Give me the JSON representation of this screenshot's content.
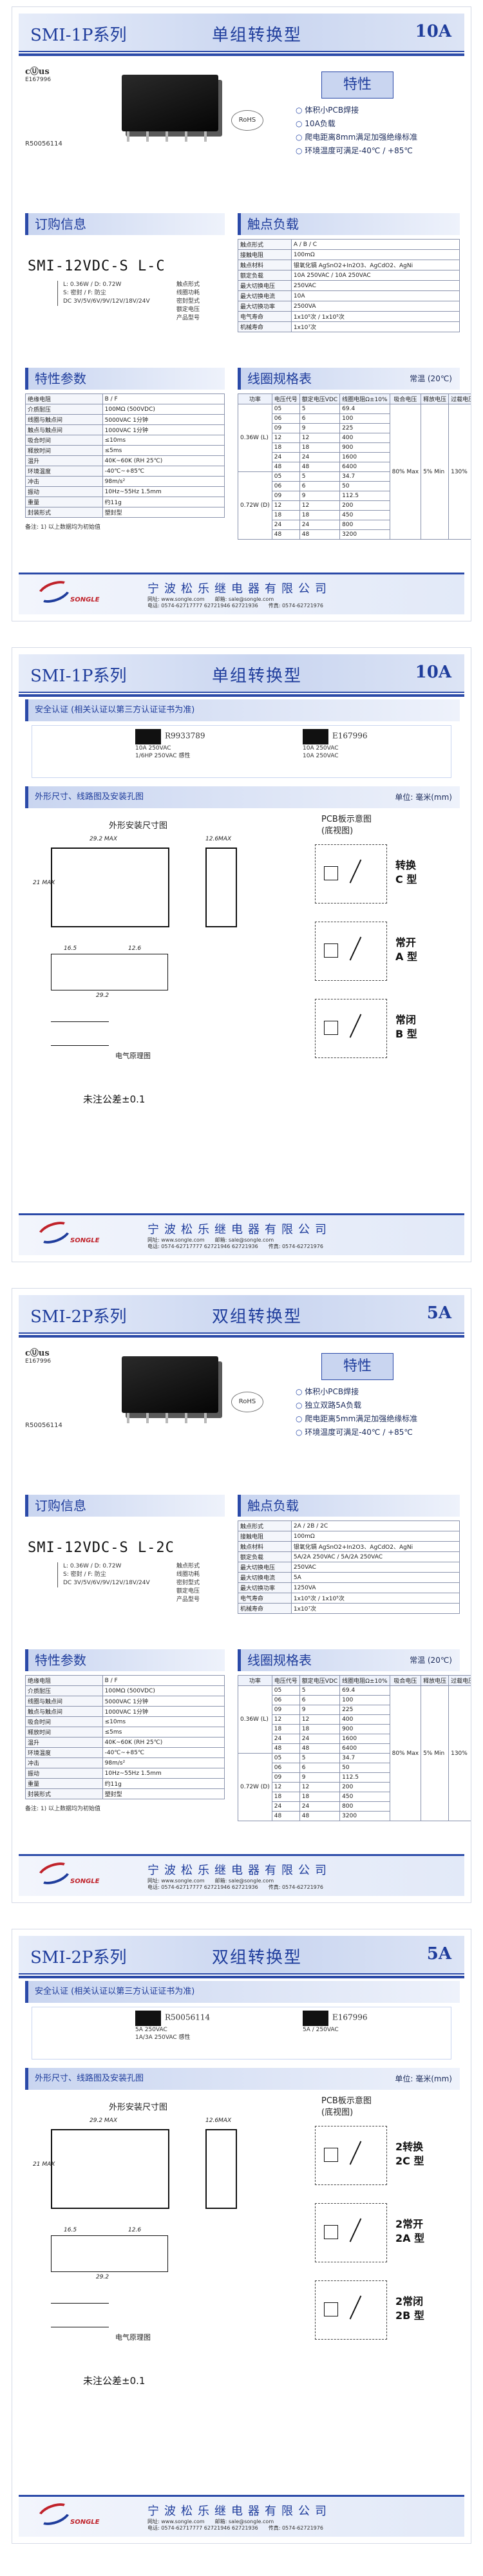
{
  "company": {
    "name": "宁波松乐继电器有限公司",
    "brand": "SONGLE",
    "web": "网址: www.songle.com",
    "email": "邮箱: sale@songle.com",
    "tel": "电话: 0574-62717777 62721946 62721936",
    "fax": "传真: 0574-62721976"
  },
  "pages": [
    {
      "series": "SMI-1P系列",
      "type": "单组转换型",
      "amp": "10A",
      "cert_no": "R50056114",
      "cert_mark": "E167996",
      "rohs": "RoHS",
      "features_title": "特性",
      "features": [
        "体积小PCB焊接",
        "10A负载",
        "爬电距离8mm满足加强绝缘标准",
        "环境温度可满足-40℃ / +85℃"
      ],
      "order_title": "订购信息",
      "order_code": "SMI-12VDC-S L-C",
      "order_notes": [
        "L: 0.36W / D: 0.72W",
        "S: 密封 / F: 防尘",
        "DC 3V/5V/6V/9V/12V/18V/24V"
      ],
      "order_labels": [
        "触点形式",
        "线圈功耗",
        "密封型式",
        "额定电压",
        "产品型号"
      ],
      "contact_title": "触点负载",
      "contact_rows": [
        [
          "触点形式",
          "A / B / C"
        ],
        [
          "接触电阻",
          "100mΩ"
        ],
        [
          "触点材料",
          "银氧化镉 AgSnO2+In2O3、AgCdO2、AgNi"
        ],
        [
          "额定负载",
          "10A 250VAC / 10A 250VAC"
        ],
        [
          "最大切换电压",
          "250VAC"
        ],
        [
          "最大切换电流",
          "10A"
        ],
        [
          "最大切换功率",
          "2500VA"
        ],
        [
          "电气寿命",
          "1x10⁵次 / 1x10⁵次"
        ],
        [
          "机械寿命",
          "1x10⁷次"
        ]
      ],
      "spec_title": "特性参数",
      "spec_rows": [
        [
          "绝缘电阻",
          "B / F"
        ],
        [
          "介质耐压",
          "100MΩ (500VDC)"
        ],
        [
          "线圈与触点间",
          "5000VAC 1分钟"
        ],
        [
          "触点与触点间",
          "1000VAC 1分钟"
        ],
        [
          "吸合时间",
          "≤10ms"
        ],
        [
          "释放时间",
          "≤5ms"
        ],
        [
          "温升",
          "40K~60K (RH 25℃)"
        ],
        [
          "环境温度",
          "-40℃~+85℃"
        ],
        [
          "冲击",
          "98m/s²"
        ],
        [
          "振动",
          "10Hz~55Hz 1.5mm"
        ],
        [
          "重量",
          "约11g"
        ],
        [
          "封装形式",
          "塑封型"
        ]
      ],
      "coil_title": "线圈规格表",
      "coil_temp": "常温 (20℃)",
      "coil_header": [
        "功率",
        "电压代号",
        "额定电压VDC",
        "线圈电阻Ω±10%",
        "吸合电压",
        "释放电压",
        "过载电压"
      ],
      "coil_rows": [
        [
          "0.36W (L)",
          "05",
          "5",
          "69.4"
        ],
        [
          "",
          "06",
          "6",
          "100"
        ],
        [
          "",
          "09",
          "9",
          "225"
        ],
        [
          "",
          "12",
          "12",
          "400"
        ],
        [
          "",
          "18",
          "18",
          "900"
        ],
        [
          "",
          "24",
          "24",
          "1600"
        ],
        [
          "",
          "48",
          "48",
          "6400"
        ],
        [
          "0.72W (D)",
          "05",
          "5",
          "34.7"
        ],
        [
          "",
          "06",
          "6",
          "50"
        ],
        [
          "",
          "09",
          "9",
          "112.5"
        ],
        [
          "",
          "12",
          "12",
          "200"
        ],
        [
          "",
          "18",
          "18",
          "450"
        ],
        [
          "",
          "24",
          "24",
          "800"
        ],
        [
          "",
          "48",
          "48",
          "3200"
        ]
      ],
      "coil_pull": "80% Max",
      "coil_release": "5% Min",
      "coil_over": "130%",
      "foot_note": "备注: 1) 以上数据均为初始值"
    },
    {
      "series": "SMI-1P系列",
      "type": "单组转换型",
      "amp": "10A",
      "safety_title": "安全认证 (相关认证以第三方认证证书为准)",
      "cert_a": "R9933789",
      "cert_a_spec": [
        "10A 250VAC",
        "1/6HP 250VAC 感性"
      ],
      "cert_b": "E167996",
      "cert_b_spec": [
        "10A 250VAC",
        "10A 250VAC"
      ],
      "draw_title": "外形尺寸、线路图及安装孔图",
      "unit": "单位: 毫米(mm)",
      "outline_title": "外形安装尺寸图",
      "pcb_title": "PCB板示意图",
      "pcb_sub": "(底视图)",
      "dims": [
        "29.2 MAX",
        "12.6MAX",
        "21 MAX",
        "16.5",
        "12.6",
        "29.2"
      ],
      "pcb_types": [
        [
          "转换",
          "C 型"
        ],
        [
          "常开",
          "A 型"
        ],
        [
          "常闭",
          "B 型"
        ]
      ],
      "schem_title": "电气原理图",
      "tolerance": "未注公差±0.1"
    },
    {
      "series": "SMI-2P系列",
      "type": "双组转换型",
      "amp": "5A",
      "cert_no": "R50056114",
      "cert_mark": "E167996",
      "rohs": "RoHS",
      "features_title": "特性",
      "features": [
        "体积小PCB焊接",
        "独立双路5A负载",
        "爬电距离5mm满足加强绝缘标准",
        "环境温度可满足-40℃ / +85℃"
      ],
      "order_title": "订购信息",
      "order_code": "SMI-12VDC-S L-2C",
      "order_notes": [
        "L: 0.36W / D: 0.72W",
        "S: 密封 / F: 防尘",
        "DC 3V/5V/6V/9V/12V/18V/24V"
      ],
      "order_labels": [
        "触点形式",
        "线圈功耗",
        "密封型式",
        "额定电压",
        "产品型号"
      ],
      "contact_title": "触点负载",
      "contact_rows": [
        [
          "触点形式",
          "2A / 2B / 2C"
        ],
        [
          "接触电阻",
          "100mΩ"
        ],
        [
          "触点材料",
          "银氧化镉 AgSnO2+In2O3、AgCdO2、AgNi"
        ],
        [
          "额定负载",
          "5A/2A 250VAC / 5A/2A 250VAC"
        ],
        [
          "最大切换电压",
          "250VAC"
        ],
        [
          "最大切换电流",
          "5A"
        ],
        [
          "最大切换功率",
          "1250VA"
        ],
        [
          "电气寿命",
          "1x10⁵次 / 1x10⁵次"
        ],
        [
          "机械寿命",
          "1x10⁷次"
        ]
      ],
      "spec_title": "特性参数",
      "spec_rows": [
        [
          "绝缘电阻",
          "B / F"
        ],
        [
          "介质耐压",
          "100MΩ (500VDC)"
        ],
        [
          "线圈与触点间",
          "5000VAC 1分钟"
        ],
        [
          "触点与触点间",
          "1000VAC 1分钟"
        ],
        [
          "吸合时间",
          "≤10ms"
        ],
        [
          "释放时间",
          "≤5ms"
        ],
        [
          "温升",
          "40K~60K (RH 25℃)"
        ],
        [
          "环境温度",
          "-40℃~+85℃"
        ],
        [
          "冲击",
          "98m/s²"
        ],
        [
          "振动",
          "10Hz~55Hz 1.5mm"
        ],
        [
          "重量",
          "约11g"
        ],
        [
          "封装形式",
          "塑封型"
        ]
      ],
      "coil_title": "线圈规格表",
      "coil_temp": "常温 (20℃)",
      "coil_header": [
        "功率",
        "电压代号",
        "额定电压VDC",
        "线圈电阻Ω±10%",
        "吸合电压",
        "释放电压",
        "过载电压"
      ],
      "coil_rows": [
        [
          "0.36W (L)",
          "05",
          "5",
          "69.4"
        ],
        [
          "",
          "06",
          "6",
          "100"
        ],
        [
          "",
          "09",
          "9",
          "225"
        ],
        [
          "",
          "12",
          "12",
          "400"
        ],
        [
          "",
          "18",
          "18",
          "900"
        ],
        [
          "",
          "24",
          "24",
          "1600"
        ],
        [
          "",
          "48",
          "48",
          "6400"
        ],
        [
          "0.72W (D)",
          "05",
          "5",
          "34.7"
        ],
        [
          "",
          "06",
          "6",
          "50"
        ],
        [
          "",
          "09",
          "9",
          "112.5"
        ],
        [
          "",
          "12",
          "12",
          "200"
        ],
        [
          "",
          "18",
          "18",
          "450"
        ],
        [
          "",
          "24",
          "24",
          "800"
        ],
        [
          "",
          "48",
          "48",
          "3200"
        ]
      ],
      "coil_pull": "80% Max",
      "coil_release": "5% Min",
      "coil_over": "130%",
      "foot_note": "备注: 1) 以上数据均为初始值"
    },
    {
      "series": "SMI-2P系列",
      "type": "双组转换型",
      "amp": "5A",
      "safety_title": "安全认证 (相关认证以第三方认证证书为准)",
      "cert_a": "R50056114",
      "cert_a_spec": [
        "5A 250VAC",
        "1A/3A 250VAC 感性"
      ],
      "cert_b": "E167996",
      "cert_b_spec": [
        "5A / 250VAC"
      ],
      "draw_title": "外形尺寸、线路图及安装孔图",
      "unit": "单位: 毫米(mm)",
      "outline_title": "外形安装尺寸图",
      "pcb_title": "PCB板示意图",
      "pcb_sub": "(底视图)",
      "dims": [
        "29.2 MAX",
        "12.6MAX",
        "21 MAX",
        "16.5",
        "12.6",
        "29.2"
      ],
      "pcb_types": [
        [
          "2转换",
          "2C 型"
        ],
        [
          "2常开",
          "2A 型"
        ],
        [
          "2常闭",
          "2B 型"
        ]
      ],
      "schem_title": "电气原理图",
      "tolerance": "未注公差±0.1"
    }
  ]
}
